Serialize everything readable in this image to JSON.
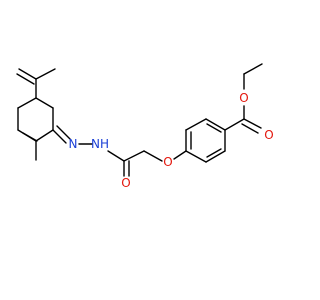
{
  "structure": {
    "atom_labels": {
      "n_imine": "N",
      "nh": "NH",
      "o_amide": "O",
      "o_ether": "O",
      "o_ester_carbonyl": "O",
      "o_ester": "O"
    },
    "colors": {
      "bond": "#000000",
      "nitrogen": "#1a3fd6",
      "oxygen": "#e3170d",
      "background": "#ffffff"
    }
  }
}
